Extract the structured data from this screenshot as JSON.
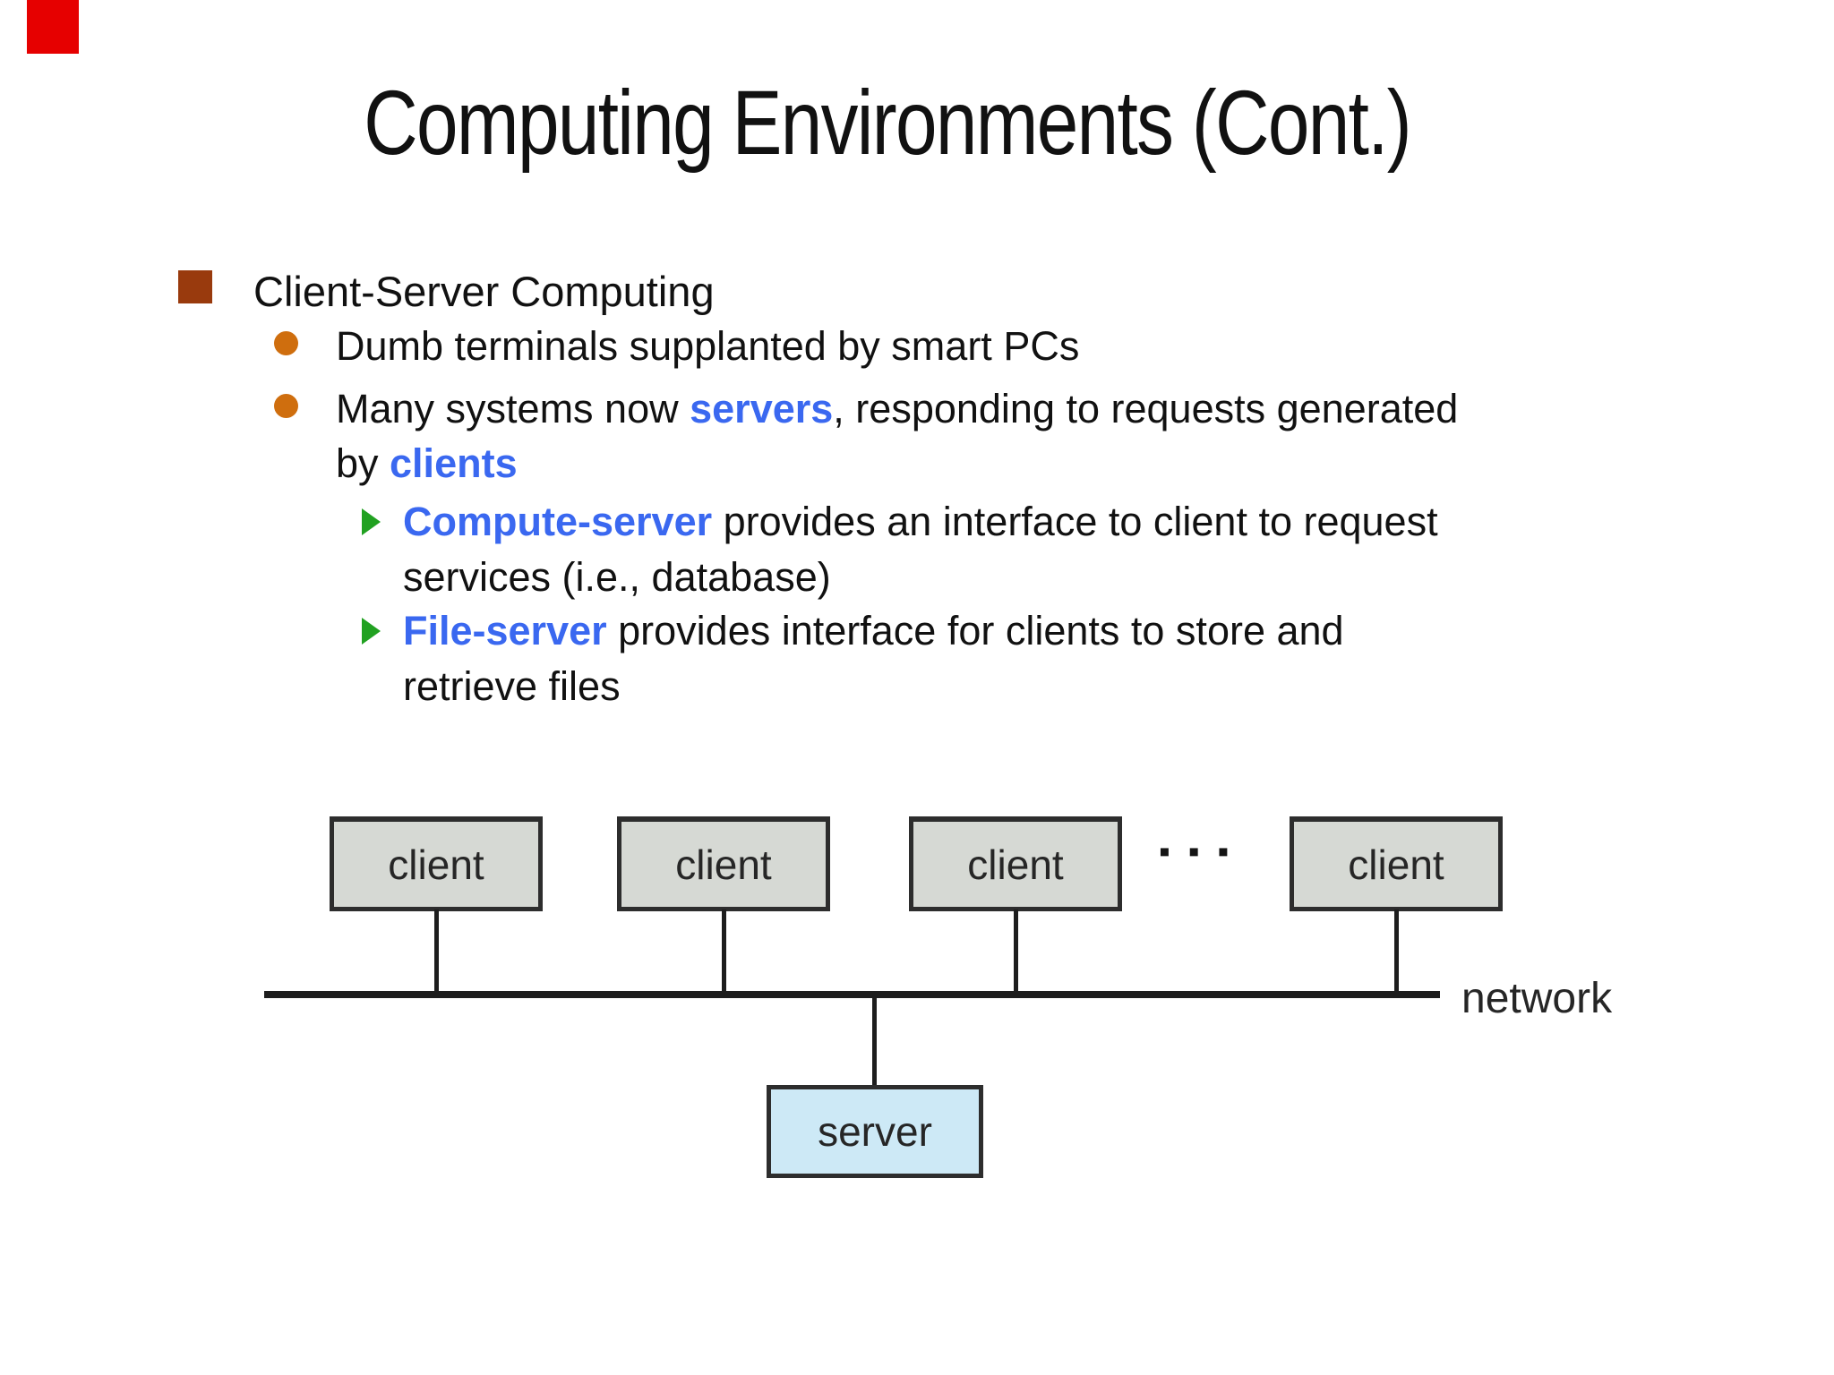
{
  "slide": {
    "title": "Computing Environments (Cont.)"
  },
  "content": {
    "heading": "Client-Server Computing",
    "bullet1": "Dumb terminals supplanted by smart PCs",
    "bullet2": {
      "t1": "Many systems now ",
      "b1": "servers",
      "t2": ", responding to requests generated",
      "t3": "by ",
      "b2": "clients"
    },
    "sub1": {
      "b": "Compute-server",
      "l1": " provides an interface to client to request",
      "l2": "services (i.e., database)"
    },
    "sub2": {
      "b": "File-server",
      "l1": " provides interface for clients to store and",
      "l2": "retrieve files"
    }
  },
  "diagram": {
    "client1": "client",
    "client2": "client",
    "client3": "client",
    "client4": "client",
    "ellipsis": "▪▪▪",
    "server": "server",
    "network": "network"
  },
  "theme": {
    "accent_red": "#e60000",
    "bullet_brown": "#993a0d",
    "bullet_orange": "#cf6e0e",
    "link_blue": "#3a68f0",
    "arrow_green": "#21a121",
    "text_color": "#111111",
    "client_fill": "#d6d9d4",
    "server_fill": "#cde9f6",
    "box_border": "#2d2d2d",
    "line_color": "#1d1d1d",
    "diagram_text": "#262626"
  }
}
